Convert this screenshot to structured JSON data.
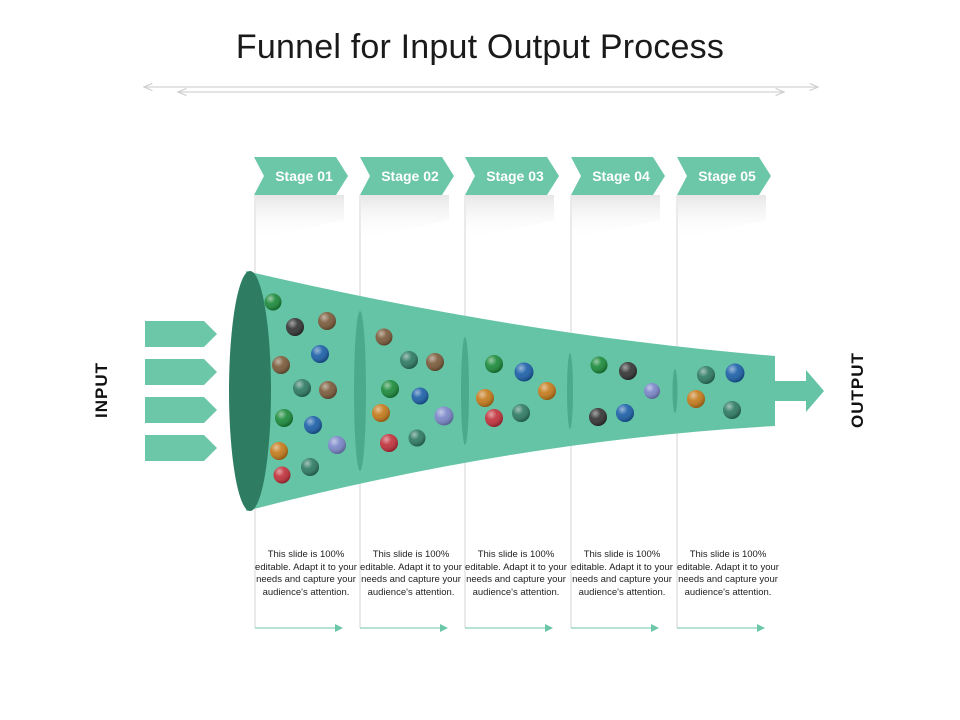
{
  "title": "Funnel for Input Output Process",
  "input_label": "INPUT",
  "output_label": "OUTPUT",
  "stages": [
    {
      "label": "Stage 01",
      "description": "This slide is 100% editable. Adapt it to your needs and capture your audience's attention."
    },
    {
      "label": "Stage 02",
      "description": "This slide is 100% editable. Adapt it to your needs and capture your audience's attention."
    },
    {
      "label": "Stage 03",
      "description": "This slide is 100% editable. Adapt it to your needs and capture your audience's attention."
    },
    {
      "label": "Stage 04",
      "description": "This slide is 100% editable. Adapt it to your needs and capture your audience's attention."
    },
    {
      "label": "Stage 05",
      "description": "This slide is 100% editable. Adapt it to your needs and capture your audience's attention."
    }
  ],
  "colors": {
    "accent": "#6cc6a8",
    "funnel": "#66c4a6",
    "funnel_mouth": "#2e7d62",
    "divider": "#4da98b",
    "ball_colors": [
      "#1a8a3a",
      "#333333",
      "#7a5a3a",
      "#1b5fa8",
      "#2d7a62",
      "#c47a1a",
      "#c0303a",
      "#7a86c8"
    ]
  }
}
